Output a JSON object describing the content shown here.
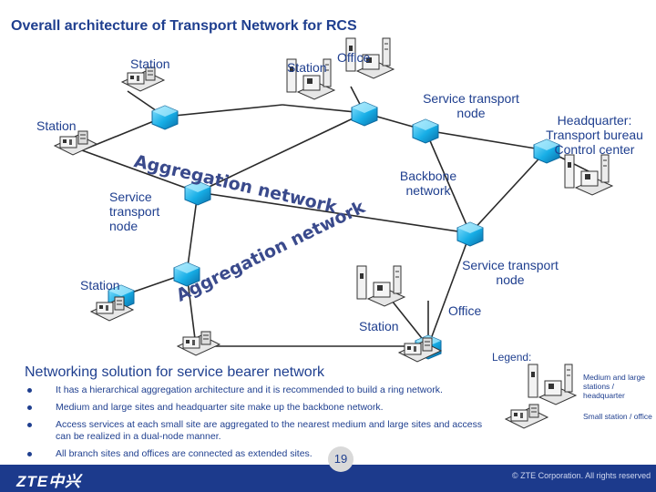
{
  "title": "Overall architecture of Transport Network for RCS",
  "labels": {
    "station_top_left": "Station",
    "station_top_mid": "Station",
    "office_top": "Office",
    "service_node_top": "Service transport node",
    "headquarter": "Headquarter: Transport bureau Control center",
    "station_left": "Station",
    "aggregation_top": "Aggregation network",
    "backbone": "Backbone network",
    "service_node_left": "Service transport node",
    "aggregation_bottom": "Aggregation network",
    "service_node_right": "Service transport node",
    "station_bottom_left": "Station",
    "office_bottom": "Office",
    "station_bottom": "Station"
  },
  "section_title": "Networking solution for service bearer network",
  "bullets": [
    "It has a hierarchical aggregation architecture and it is recommended to build a ring network.",
    "Medium and large sites and headquarter site make up the backbone network.",
    "Access services at each small site are aggregated to the nearest medium and large sites and access can be realized in a dual-node manner.",
    "All branch sites and offices are connected as extended sites."
  ],
  "legend": {
    "title": "Legend:",
    "large": "Medium and large stations / headquarter",
    "small": "Small station / office"
  },
  "footer": {
    "logo": "ZTE中兴",
    "page": "19",
    "copyright": "© ZTE Corporation. All rights reserved"
  },
  "colors": {
    "text": "#1f3f8f",
    "node": "#12a9e0",
    "link": "#2a2a2a",
    "footer": "#1c3a8c"
  }
}
